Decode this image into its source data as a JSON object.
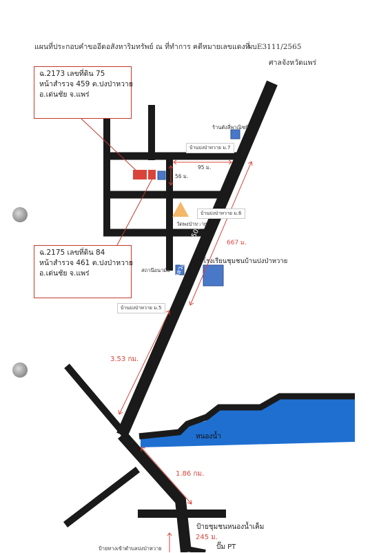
{
  "header": {
    "title": "แผนที่ประกอบคำขออีดอสังหาริมทรัพย์ ณ ที่ทำการ คดีหมายเลขแดงที่",
    "case_no": "ผบE3111/2565",
    "court": "ศาลจังหวัดแพร่"
  },
  "parcels": [
    {
      "line1": "ฉ.2173 เลขที่ดิน 75",
      "line2": "หน้าสำรวจ 459 ต.ปงป่าหวาย",
      "line3": "อ.เด่นชัย จ.แพร่"
    },
    {
      "line1": "ฉ.2175 เลขที่ดิน 84",
      "line2": "หน้าสำรวจ 461 ต.ปงป่าหวาย",
      "line3": "อ.เด่นชัย จ.แพร่"
    }
  ],
  "labels": {
    "shop": "ร้านตังลี่พาณิชย์",
    "village7": "บ้านปงป่าหวาย ม.7",
    "village6": "บ้านปงป่าหวาย ม.6",
    "temple": "วัดพงป่าหวาย",
    "health_station": "สถานีอนามัย",
    "school": "โรงเรียนชุมชนบ้านปงป่าหวาย",
    "village5": "บ้านปงป่าหวาย ม.5",
    "highway": "ทางหลวงหมายเลข 5019",
    "pond": "หนองน้ำ",
    "sign": "ป้ายชุมชนหนองน้ำเค็ม",
    "pump": "ปั๊ม PT",
    "bottom_sign": "ป้ายทางเข้าตำบลปงป่าหวาย"
  },
  "distances": {
    "d95": "95 ม.",
    "d56": "56 ม.",
    "d667": "667 ม.",
    "d353": "3.53 กม.",
    "d186": "1.86 กม.",
    "d245": "245 ม."
  },
  "colors": {
    "road": "#1a1a1a",
    "parcel": "#d9443a",
    "building": "#4a78c8",
    "temple": "#f4b86a",
    "water": "#1f6fd1",
    "distance": "#d9443a",
    "callout_border": "#c0392b"
  }
}
